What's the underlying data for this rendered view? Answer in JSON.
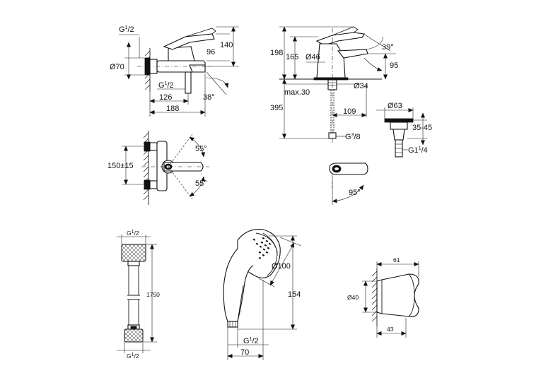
{
  "labels": {
    "bath_mixer": {
      "inlet_thread": "G",
      "inlet_thread_sup": "1",
      "inlet_thread_sub": "/2",
      "escutcheon_dia": "Ø70",
      "height_total": "140",
      "height_spout": "96",
      "spout_thread": "G",
      "spout_thread_sup": "1",
      "spout_thread_sub": "/2",
      "reach_126": "126",
      "angle_38": "38°",
      "width_188": "188"
    },
    "basin_mixer": {
      "height_198": "198",
      "height_165": "165",
      "body_dia": "Ø46",
      "angle_39": "39°",
      "spout_95": "95",
      "max_30": "max.30",
      "base_dia": "Ø34",
      "hose_395": "395",
      "reach_109": "109",
      "hose_thread": "G",
      "hose_thread_sup": "3",
      "hose_thread_sub": "/8"
    },
    "waste": {
      "dia_63": "Ø63",
      "range": "35-45",
      "thread": "G1",
      "thread_sup": "1",
      "thread_sub": "/4"
    },
    "bath_front": {
      "angle_up": "55°",
      "angle_down": "55°",
      "centers": "150±15"
    },
    "handle_top": {
      "angle": "95°"
    },
    "hose": {
      "top_thread": "G",
      "top_sup": "1",
      "top_sub": "/2",
      "length": "1750",
      "bottom_thread": "G",
      "bottom_sup": "1",
      "bottom_sub": "/2"
    },
    "hand_shower": {
      "dia_100": "Ø100",
      "height_154": "154",
      "thread": "G",
      "thread_sup": "1",
      "thread_sub": "/2",
      "width_70": "70"
    },
    "holder": {
      "width_61": "61",
      "dia_40": "Ø40",
      "depth_43": "43"
    }
  }
}
